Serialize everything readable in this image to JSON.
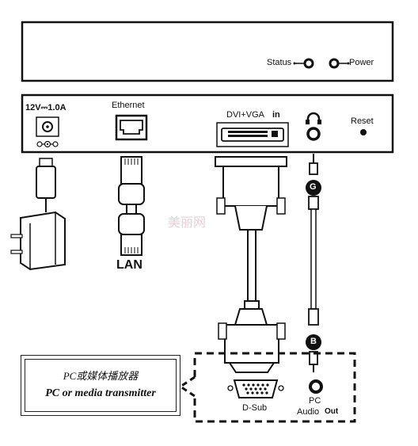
{
  "labels": {
    "status": "Status",
    "power": "Power",
    "dc_in": "12V⎓1.0A",
    "ethernet": "Ethernet",
    "dvi_vga": "DVI+VGA",
    "dvi_in": "in",
    "reset": "Reset",
    "lan": "LAN",
    "plug_g": "G",
    "plug_b": "B",
    "dsub": "D-Sub",
    "pc": "PC",
    "audio": "Audio",
    "audio_out": "Out",
    "source_cn": "PC或媒体播放器",
    "source_en": "PC or media transmitter"
  },
  "watermark": "美丽网"
}
